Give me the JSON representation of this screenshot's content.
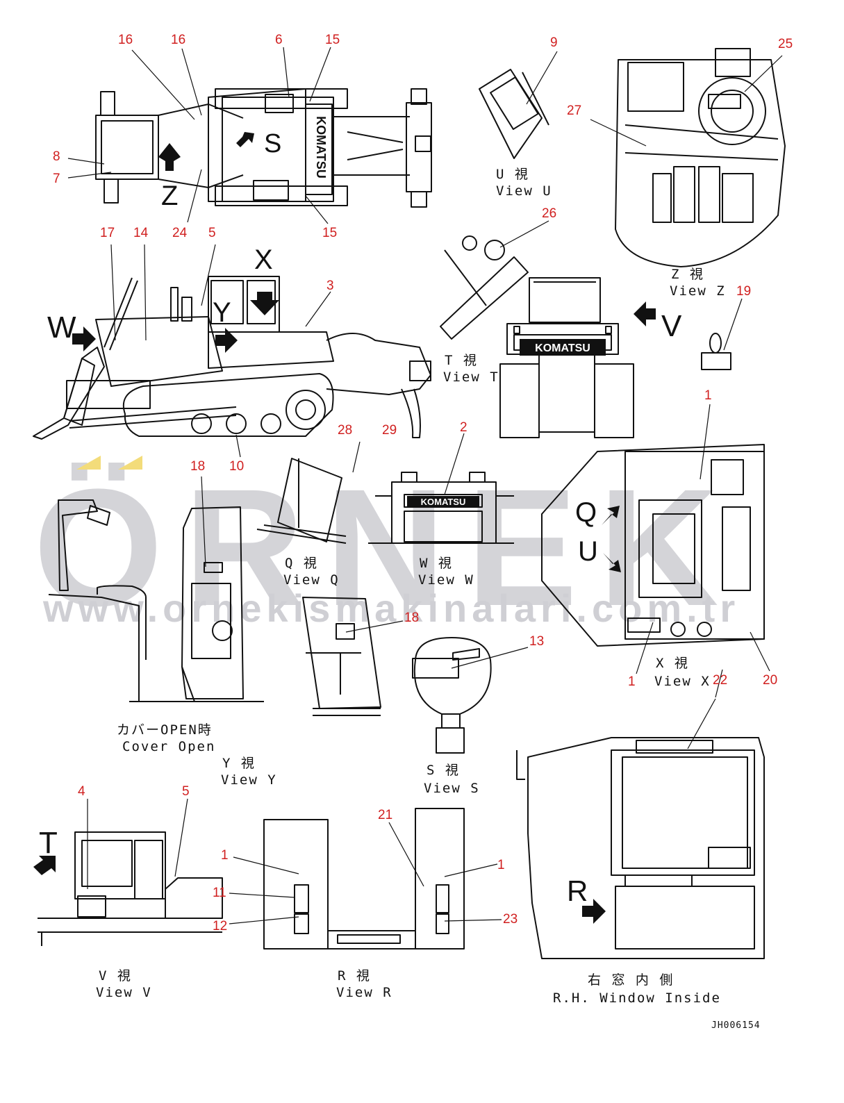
{
  "watermark": {
    "brand": "ÖRNEK",
    "site": "www.ornekismakinalari.com.tr"
  },
  "drawing_id": "JH006154",
  "views": {
    "u": {
      "jp": "U 視",
      "en": "View U"
    },
    "z": {
      "jp": "Z 視",
      "en": "View Z"
    },
    "t": {
      "jp": "T 視",
      "en": "View T"
    },
    "q": {
      "jp": "Q 視",
      "en": "View Q"
    },
    "w": {
      "jp": "W 視",
      "en": "View W"
    },
    "x": {
      "jp": "X 視",
      "en": "View X"
    },
    "cover": {
      "jp": "カバーOPEN時",
      "en": "Cover Open"
    },
    "y": {
      "jp": "Y 視",
      "en": "View Y"
    },
    "s": {
      "jp": "S 視",
      "en": "View S"
    },
    "v": {
      "jp": "V 視",
      "en": "View V"
    },
    "r": {
      "jp": "R 視",
      "en": "View R"
    },
    "rh": {
      "jp": "右 窓 内 側",
      "en": "R.H. Window Inside"
    }
  },
  "view_letters": [
    "S",
    "Z",
    "X",
    "Y",
    "W",
    "V",
    "Q",
    "U",
    "T",
    "R"
  ],
  "callouts": [
    "16",
    "16",
    "6",
    "15",
    "8",
    "7",
    "24",
    "15",
    "17",
    "14",
    "5",
    "3",
    "9",
    "25",
    "27",
    "26",
    "19",
    "10",
    "28",
    "29",
    "2",
    "18",
    "1",
    "18",
    "13",
    "1",
    "22",
    "20",
    "4",
    "5",
    "21",
    "1",
    "1",
    "11",
    "12",
    "23"
  ],
  "brand_plate": "KOMATSU",
  "colors": {
    "callout": "#d01f1f",
    "line": "#111111",
    "watermark": "#d4d4d8",
    "watermark_accent": "#f3dc7a"
  }
}
